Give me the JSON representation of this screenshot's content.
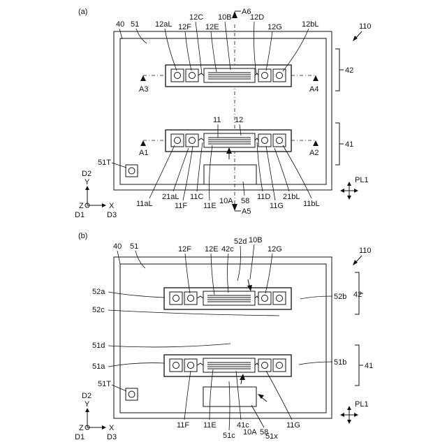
{
  "panel_a": {
    "panel_label": "(a)",
    "labels": {
      "device": "110",
      "substrate": "40",
      "base": "51",
      "terminal": "51T",
      "region_top": "42",
      "region_bottom": "41",
      "sec_A3": "A3",
      "sec_A4": "A4",
      "sec_A1": "A1",
      "sec_A2": "A2",
      "sec_A5": "A5",
      "sec_A6": "A6",
      "e12aL": "12aL",
      "e12F": "12F",
      "e12C": "12C",
      "e10B": "10B",
      "e12E": "12E",
      "e12D": "12D",
      "e12G": "12G",
      "e12bL": "12bL",
      "e11": "11",
      "e12": "12",
      "e11aL": "11aL",
      "e21aL": "21aL",
      "e11F": "11F",
      "e11C": "11C",
      "e11E": "11E",
      "e10A": "10A",
      "e58": "58",
      "e11D": "11D",
      "e11G": "11G",
      "e21bL": "21bL",
      "e11bL": "11bL",
      "pl1": "PL1"
    },
    "axes": {
      "d2": "D2",
      "y": "Y",
      "z": "Z",
      "x": "X",
      "d1": "D1",
      "d3": "D3"
    }
  },
  "panel_b": {
    "panel_label": "(b)",
    "labels": {
      "device": "110",
      "substrate": "40",
      "base": "51",
      "terminal": "51T",
      "region_top": "42",
      "region_bottom": "41",
      "e12F": "12F",
      "e12E": "12E",
      "e42c": "42c",
      "e52d": "52d",
      "e10B": "10B",
      "e12G": "12G",
      "e52a": "52a",
      "e52b": "52b",
      "e52c": "52c",
      "e51d": "51d",
      "e51a": "51a",
      "e51b": "51b",
      "e11F": "11F",
      "e11E": "11E",
      "e51c": "51c",
      "e41c": "41c",
      "e10A": "10A",
      "e58": "58",
      "e51x": "51x",
      "e11G": "11G",
      "pl1": "PL1"
    },
    "axes": {
      "d2": "D2",
      "y": "Y",
      "z": "Z",
      "x": "X",
      "d1": "D1",
      "d3": "D3"
    }
  }
}
